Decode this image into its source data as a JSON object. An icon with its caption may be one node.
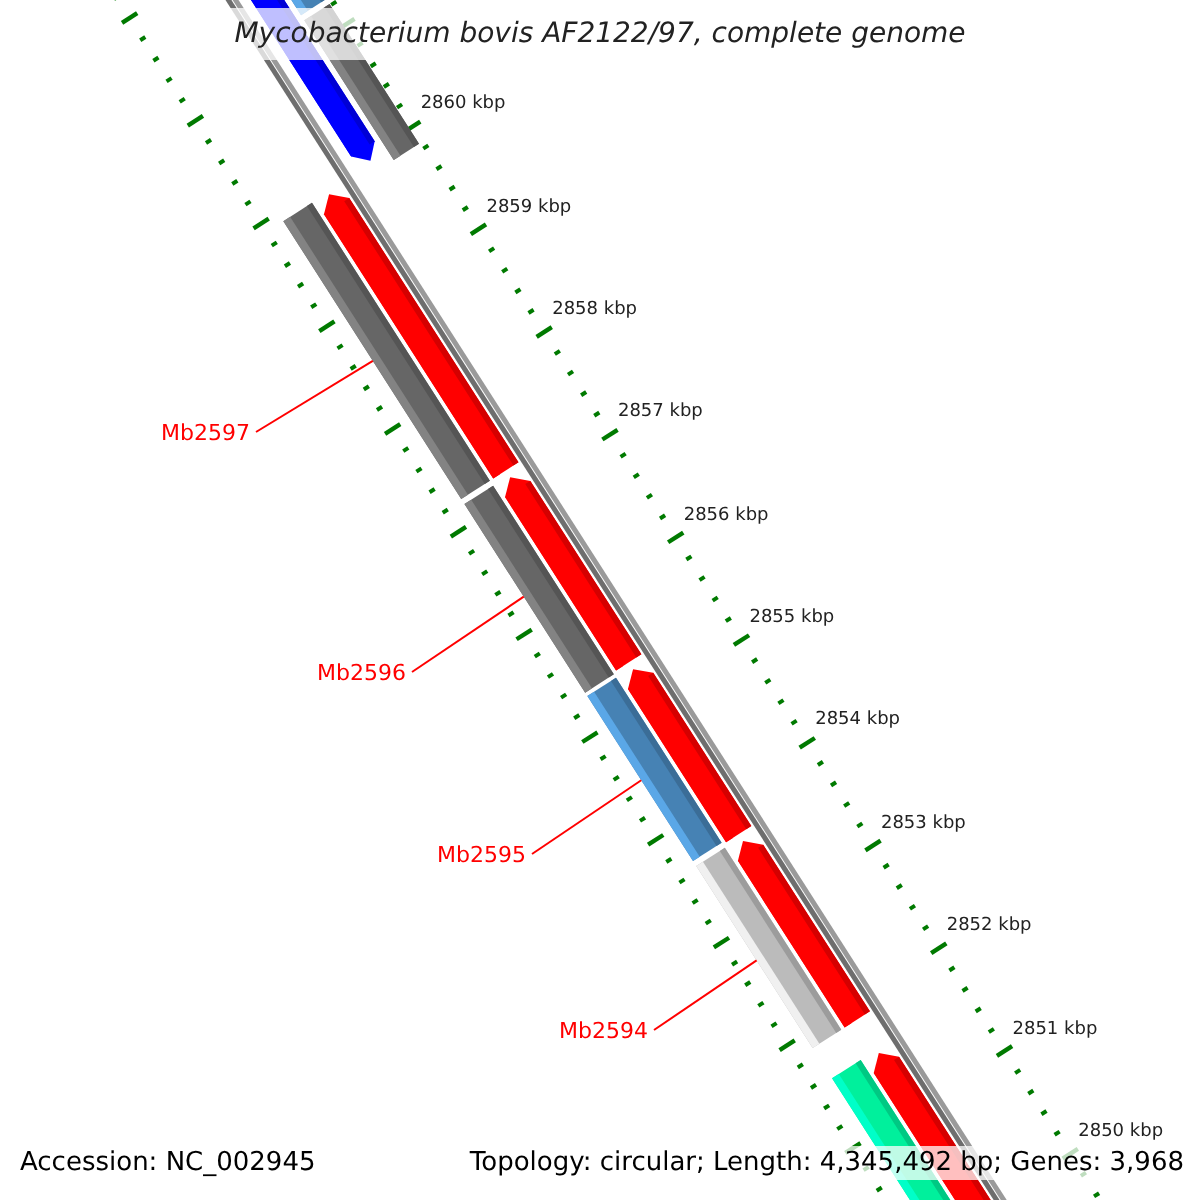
{
  "diagram": {
    "title": "Mycobacterium bovis AF2122/97, complete genome",
    "nodes": [
      {
        "text": [
          "Mb2597"
        ]
      },
      {
        "text": [],
        "shape": "bar"
      },
      {
        "text": [
          "Mb2596"
        ]
      },
      {
        "text": [],
        "shape": "bar"
      },
      {
        "text": [
          "Mb2595"
        ]
      },
      {
        "text": [],
        "shape": "bar"
      },
      {
        "text": [
          "Mb2594"
        ]
      },
      {
        "text": [],
        "shape": "bar"
      }
    ],
    "edges": [
      {
        "from": 0,
        "to": 1,
        "arrow": "none"
      },
      {
        "from": 2,
        "to": 3,
        "arrow": "none"
      },
      {
        "from": 4,
        "to": 5,
        "arrow": "none"
      },
      {
        "from": 6,
        "to": 7,
        "arrow": "none"
      }
    ],
    "labels": [
      "2860 kbp",
      "2859 kbp",
      "2858 kbp",
      "2857 kbp",
      "2856 kbp",
      "2855 kbp",
      "2854 kbp",
      "2853 kbp",
      "2852 kbp",
      "2851 kbp",
      "2850 kbp",
      "Accession: NC_002945",
      "Topology: circular; Length: 4,345,492 bp; Genes: 3,968"
    ]
  }
}
